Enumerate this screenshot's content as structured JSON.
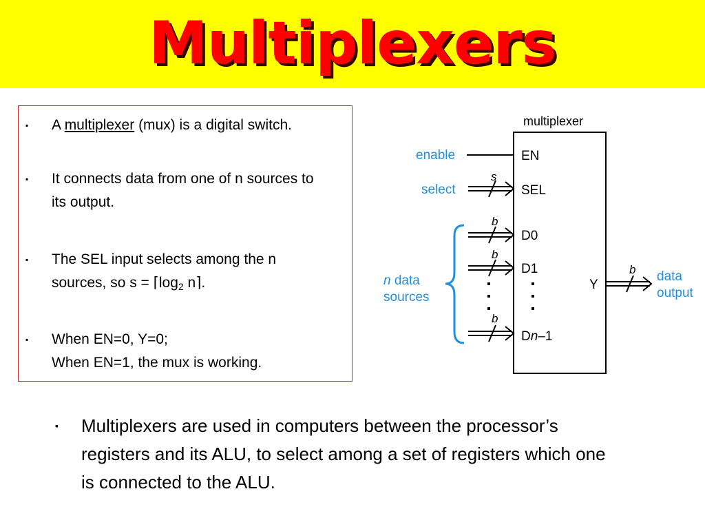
{
  "title": "Multiplexers",
  "bullets": [
    {
      "marker": "▪",
      "pre": "A ",
      "link": "multiplexer",
      "post": " (mux) is a digital switch."
    },
    {
      "marker": "▪",
      "line1": "It connects data from one of n sources to",
      "line2": "its output."
    },
    {
      "marker": "▪",
      "line1": "The SEL input selects among the n",
      "line2_pre": "sources, so s = ",
      "ceil_open": "⌈",
      "log": "log",
      "sub": "2",
      "n": " n",
      "ceil_close": "⌉",
      "end": "."
    },
    {
      "marker": "▪",
      "line1": "When EN=0, Y=0;",
      "line2": "When EN=1, the mux is working."
    }
  ],
  "diagram": {
    "block_title": "multiplexer",
    "inputs": {
      "en": "EN",
      "sel": "SEL",
      "d0": "D0",
      "d1": "D1",
      "dn_pre": "D",
      "dn_n": "n",
      "dn_post": "–1",
      "y": "Y"
    },
    "signals": {
      "enable": "enable",
      "select": "select",
      "n": "n",
      "data": " data",
      "sources": "sources",
      "data_out": "data",
      "output": "output"
    },
    "widths": {
      "s": "s",
      "b": "b"
    },
    "colors": {
      "label_blue": "#1f8fe0",
      "line": "#000000"
    }
  },
  "bottom": {
    "marker": "▪",
    "line1": "Multiplexers are used in computers between the processor’s",
    "line2": "registers and its ALU, to select among a set of registers which one",
    "line3": "is connected to the ALU."
  },
  "colors": {
    "title_bg": "#ffff00",
    "title_fg": "#ff0000",
    "box_border": "#d0202a"
  }
}
